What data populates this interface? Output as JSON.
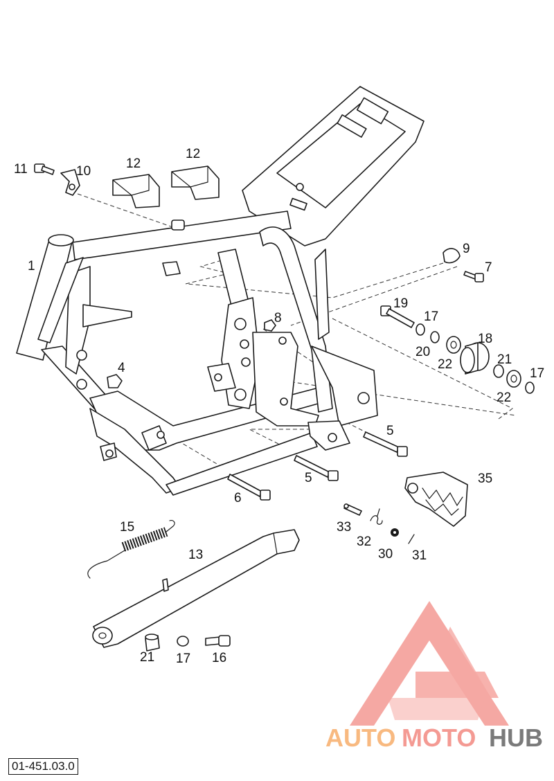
{
  "diagram_id": "01-451.03.0",
  "watermark": {
    "brand_part1": "AUTO",
    "brand_part2": "MOTO",
    "brand_part3": "HUB",
    "color_light": "#F8B980",
    "color_mid": "#F49A93",
    "color_dark": "#7A7A7A"
  },
  "callouts": [
    {
      "id": "c1",
      "label": "1"
    },
    {
      "id": "c4",
      "label": "4"
    },
    {
      "id": "c5a",
      "label": "5"
    },
    {
      "id": "c5b",
      "label": "5"
    },
    {
      "id": "c6",
      "label": "6"
    },
    {
      "id": "c7",
      "label": "7"
    },
    {
      "id": "c8",
      "label": "8"
    },
    {
      "id": "c9",
      "label": "9"
    },
    {
      "id": "c10",
      "label": "10"
    },
    {
      "id": "c11",
      "label": "11"
    },
    {
      "id": "c12a",
      "label": "12"
    },
    {
      "id": "c12b",
      "label": "12"
    },
    {
      "id": "c13",
      "label": "13"
    },
    {
      "id": "c15",
      "label": "15"
    },
    {
      "id": "c16",
      "label": "16"
    },
    {
      "id": "c17a",
      "label": "17"
    },
    {
      "id": "c17b",
      "label": "17"
    },
    {
      "id": "c17c",
      "label": "17"
    },
    {
      "id": "c18",
      "label": "18"
    },
    {
      "id": "c19",
      "label": "19"
    },
    {
      "id": "c20",
      "label": "20"
    },
    {
      "id": "c21a",
      "label": "21"
    },
    {
      "id": "c21b",
      "label": "21"
    },
    {
      "id": "c22a",
      "label": "22"
    },
    {
      "id": "c22b",
      "label": "22"
    },
    {
      "id": "c30",
      "label": "30"
    },
    {
      "id": "c31",
      "label": "31"
    },
    {
      "id": "c32",
      "label": "32"
    },
    {
      "id": "c33",
      "label": "33"
    },
    {
      "id": "c35",
      "label": "35"
    }
  ]
}
